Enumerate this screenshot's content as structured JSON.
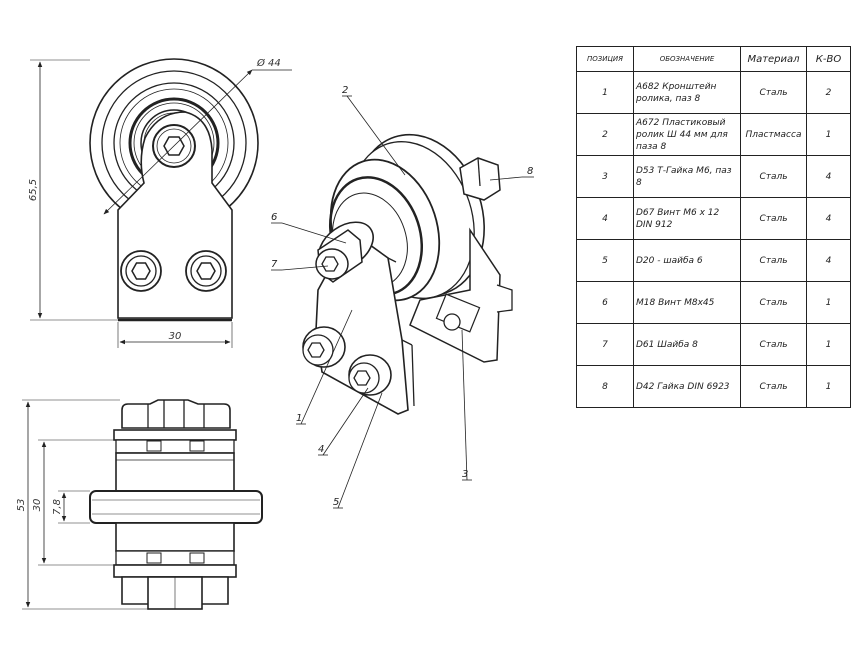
{
  "dimensions": {
    "diameter": "Ø 44",
    "height_front": "65,5",
    "width_front": "30",
    "height_side": "53",
    "middle_side": "30",
    "groove_side": "7,8"
  },
  "callouts": [
    "1",
    "2",
    "3",
    "4",
    "5",
    "6",
    "7",
    "8"
  ],
  "bom": {
    "headers": [
      "ПОЗИЦИЯ",
      "ОБОЗНАЧЕНИЕ",
      "Материал",
      "К-ВО"
    ],
    "rows": [
      {
        "pos": "1",
        "name": "А682 Кронштейн ролика, паз 8",
        "material": "Сталь",
        "qty": "2"
      },
      {
        "pos": "2",
        "name": "А672 Пластиковый ролик Ш 44 мм для паза 8",
        "material": "Пластмасса",
        "qty": "1"
      },
      {
        "pos": "3",
        "name": "D53 Т-Гайка М6, паз 8",
        "material": "Сталь",
        "qty": "4"
      },
      {
        "pos": "4",
        "name": "D67 Винт М6 х 12 DIN 912",
        "material": "Сталь",
        "qty": "4"
      },
      {
        "pos": "5",
        "name": "D20 - шайба 6",
        "material": "Сталь",
        "qty": "4"
      },
      {
        "pos": "6",
        "name": "М18 Винт М8х45",
        "material": "Сталь",
        "qty": "1"
      },
      {
        "pos": "7",
        "name": "D61 Шайба 8",
        "material": "Сталь",
        "qty": "1"
      },
      {
        "pos": "8",
        "name": "D42 Гайка DIN 6923",
        "material": "Сталь",
        "qty": "1"
      }
    ]
  }
}
